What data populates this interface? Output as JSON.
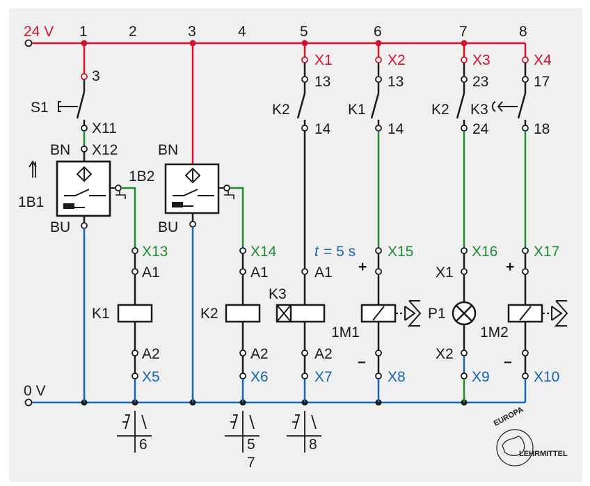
{
  "supply": {
    "plus": "24 V",
    "minus": "0 V"
  },
  "columns": [
    "1",
    "2",
    "3",
    "4",
    "5",
    "6",
    "7",
    "8"
  ],
  "terminals_top": [
    "3",
    "X1",
    "X2",
    "X3",
    "X4",
    "X11",
    "X12"
  ],
  "contacts": {
    "s1": "S1",
    "c5_label": "K2",
    "c5_top": "13",
    "c5_bot": "14",
    "c6_label": "K1",
    "c6_top": "13",
    "c6_bot": "14",
    "c7_label": "K2",
    "c7_top": "23",
    "c7_bot": "24",
    "c8_label": "K3",
    "c8_top": "17",
    "c8_bot": "18"
  },
  "sensors": {
    "s1_name": "1B1",
    "s2_name": "1B2",
    "bn": "BN",
    "bu": "BU"
  },
  "terminals_mid": [
    "X13",
    "X14",
    "X15",
    "X16",
    "X17"
  ],
  "timer": {
    "t": "t",
    "eq": "= 5 s"
  },
  "coils": {
    "k1": "K1",
    "k2": "K2",
    "k3": "K3",
    "a1": "A1",
    "a2": "A2",
    "x1": "X1",
    "x2": "X2"
  },
  "loads": {
    "m1": "1M1",
    "p1": "P1",
    "m2": "1M2",
    "plus": "+",
    "minus": "–"
  },
  "terminals_bottom": [
    "X5",
    "X6",
    "X7",
    "X8",
    "X9",
    "X10"
  ],
  "contact_refs": {
    "k1": "6",
    "k2a": "5",
    "k2b": "7",
    "k3": "8"
  },
  "logo": {
    "top": "EUROPA",
    "bottom": "LEHRMITTEL"
  },
  "colors": {
    "bg": "#f0f0f0",
    "plus_rail": "#d4132a",
    "minus_rail": "#1565b4",
    "signal": "#1e8c32",
    "wire": "#1a1a1a"
  }
}
